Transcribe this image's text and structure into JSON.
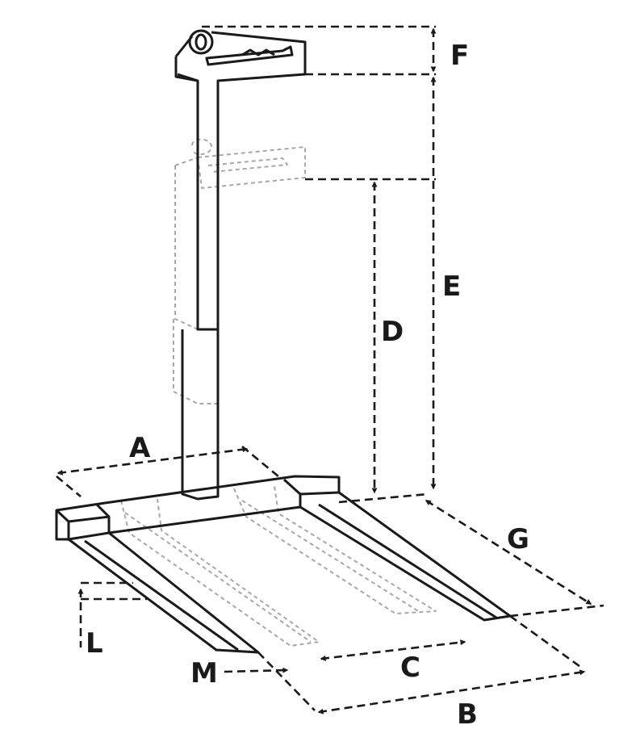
{
  "labels": {
    "a": "A",
    "b": "B",
    "c": "C",
    "d": "D",
    "e": "E",
    "f": "F",
    "g": "G",
    "l": "L",
    "m": "M"
  },
  "colors": {
    "line": "#1a1a1a",
    "ghost": "#a8a8a8",
    "background": "#ffffff"
  }
}
